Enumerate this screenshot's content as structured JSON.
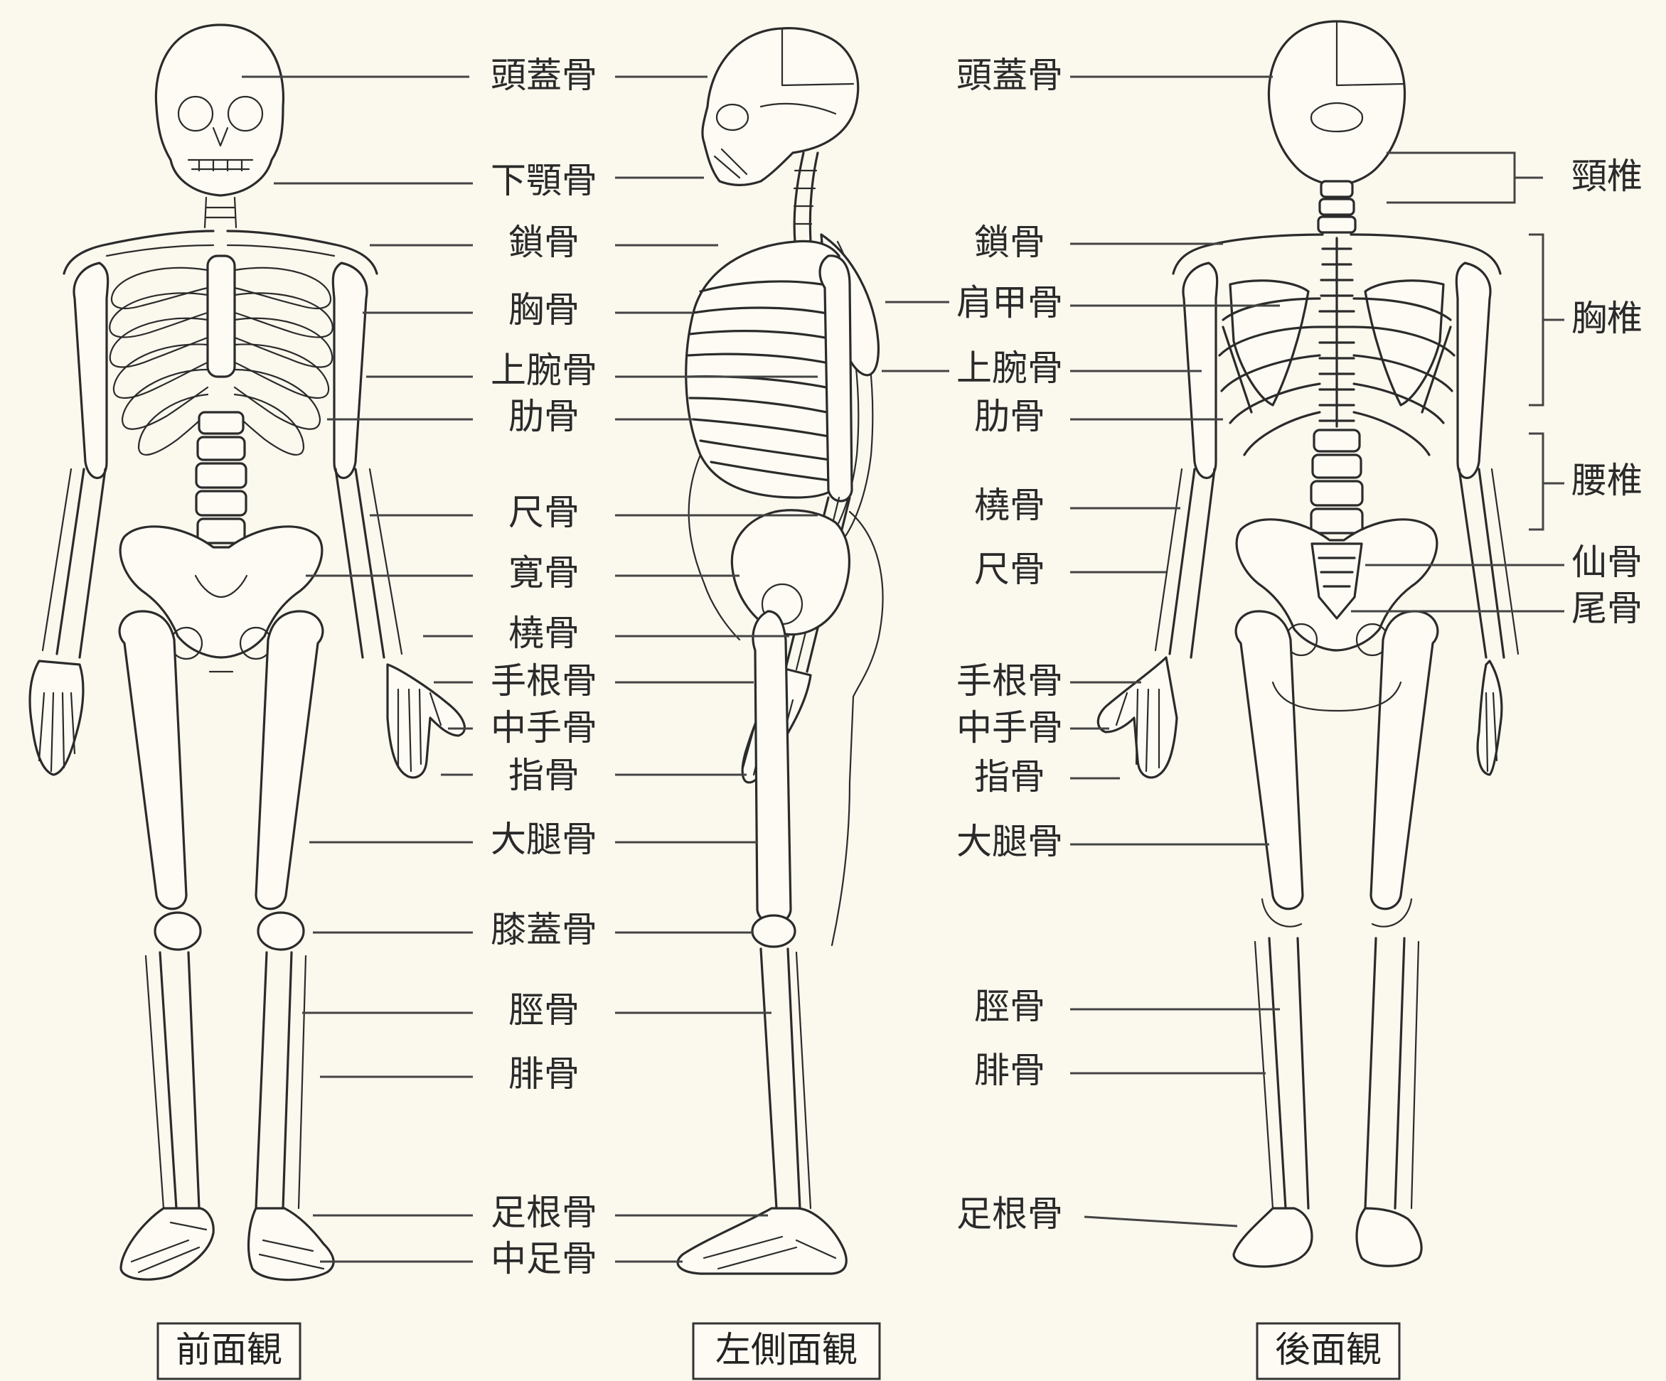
{
  "labels": {
    "front": [
      "頭蓋骨",
      "下顎骨",
      "鎖骨",
      "胸骨",
      "上腕骨",
      "肋骨",
      "尺骨",
      "寛骨",
      "橈骨",
      "手根骨",
      "中手骨",
      "指骨",
      "大腿骨",
      "膝蓋骨",
      "脛骨",
      "腓骨",
      "足根骨",
      "中足骨"
    ],
    "back": [
      "頭蓋骨",
      "鎖骨",
      "肩甲骨",
      "上腕骨",
      "肋骨",
      "橈骨",
      "尺骨",
      "手根骨",
      "中手骨",
      "指骨",
      "大腿骨",
      "脛骨",
      "腓骨",
      "足根骨"
    ],
    "spine": [
      "頸椎",
      "胸椎",
      "腰椎",
      "仙骨",
      "尾骨"
    ]
  },
  "captions": [
    "前面観",
    "左側面観",
    "後面観"
  ]
}
